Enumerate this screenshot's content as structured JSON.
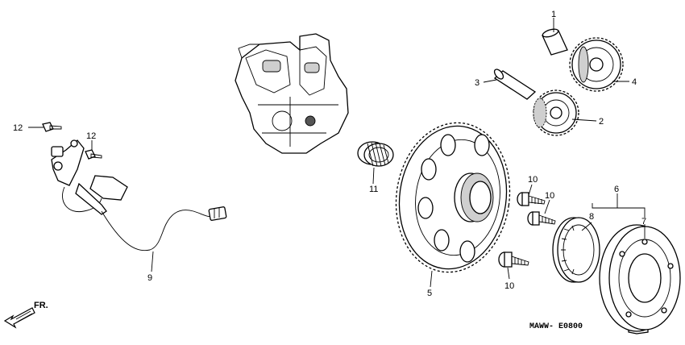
{
  "callouts": {
    "c1": "1",
    "c2": "2",
    "c3": "3",
    "c4": "4",
    "c5": "5",
    "c6": "6",
    "c7": "7",
    "c8": "8",
    "c9": "9",
    "c10a": "10",
    "c10b": "10",
    "c10c": "10",
    "c11": "11",
    "c12a": "12",
    "c12b": "12"
  },
  "direction_label": "FR.",
  "diagram_code": "MAWW- E0800",
  "icons": {
    "direction": "front-direction-arrow-icon"
  }
}
